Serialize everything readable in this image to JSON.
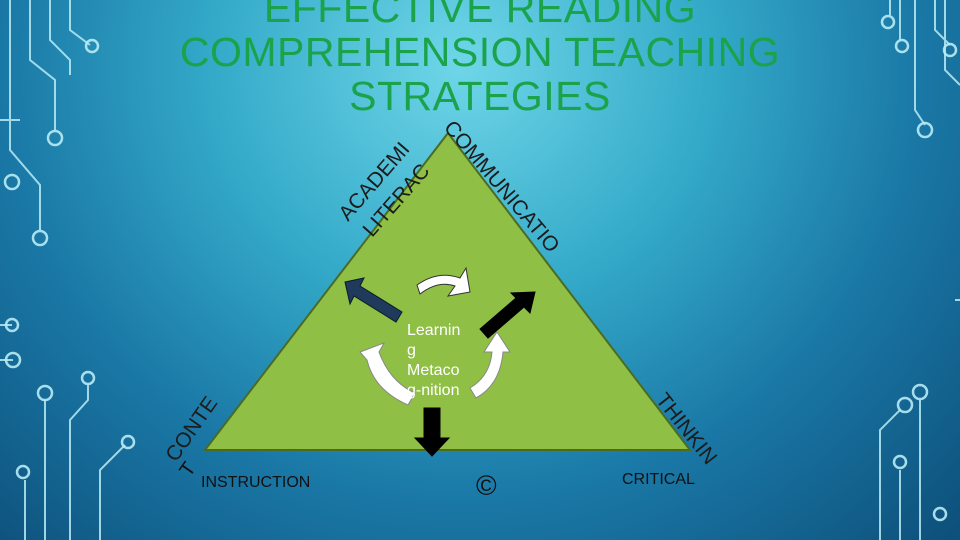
{
  "title": {
    "line1": "EFFECTIVE READING",
    "line2": "COMPREHENSION TEACHING",
    "line3": "STRATEGIES"
  },
  "triangle": {
    "fill": "#8fbf45",
    "stroke": "#4a6b22",
    "sides": {
      "left_top_upper": "ACADEMIC",
      "left_top_lower": "LITERACY",
      "right_top": "COMMUNICATION",
      "bottom_left_upper": "CONTEN",
      "bottom_left_lower": "T",
      "bottom_right": "THINKING"
    },
    "labels": {
      "instruction": "INSTRUCTION",
      "critical": "CRITICAL",
      "copyright": "©"
    },
    "center_text": "Learnin\ng\nMetaco\ng-nition"
  },
  "colors": {
    "title": "#1aa34a",
    "circuit": "#b9ecf5",
    "arrow_navy": "#1f3a5a",
    "arrow_black": "#000000",
    "arrow_white": "#ffffff"
  }
}
